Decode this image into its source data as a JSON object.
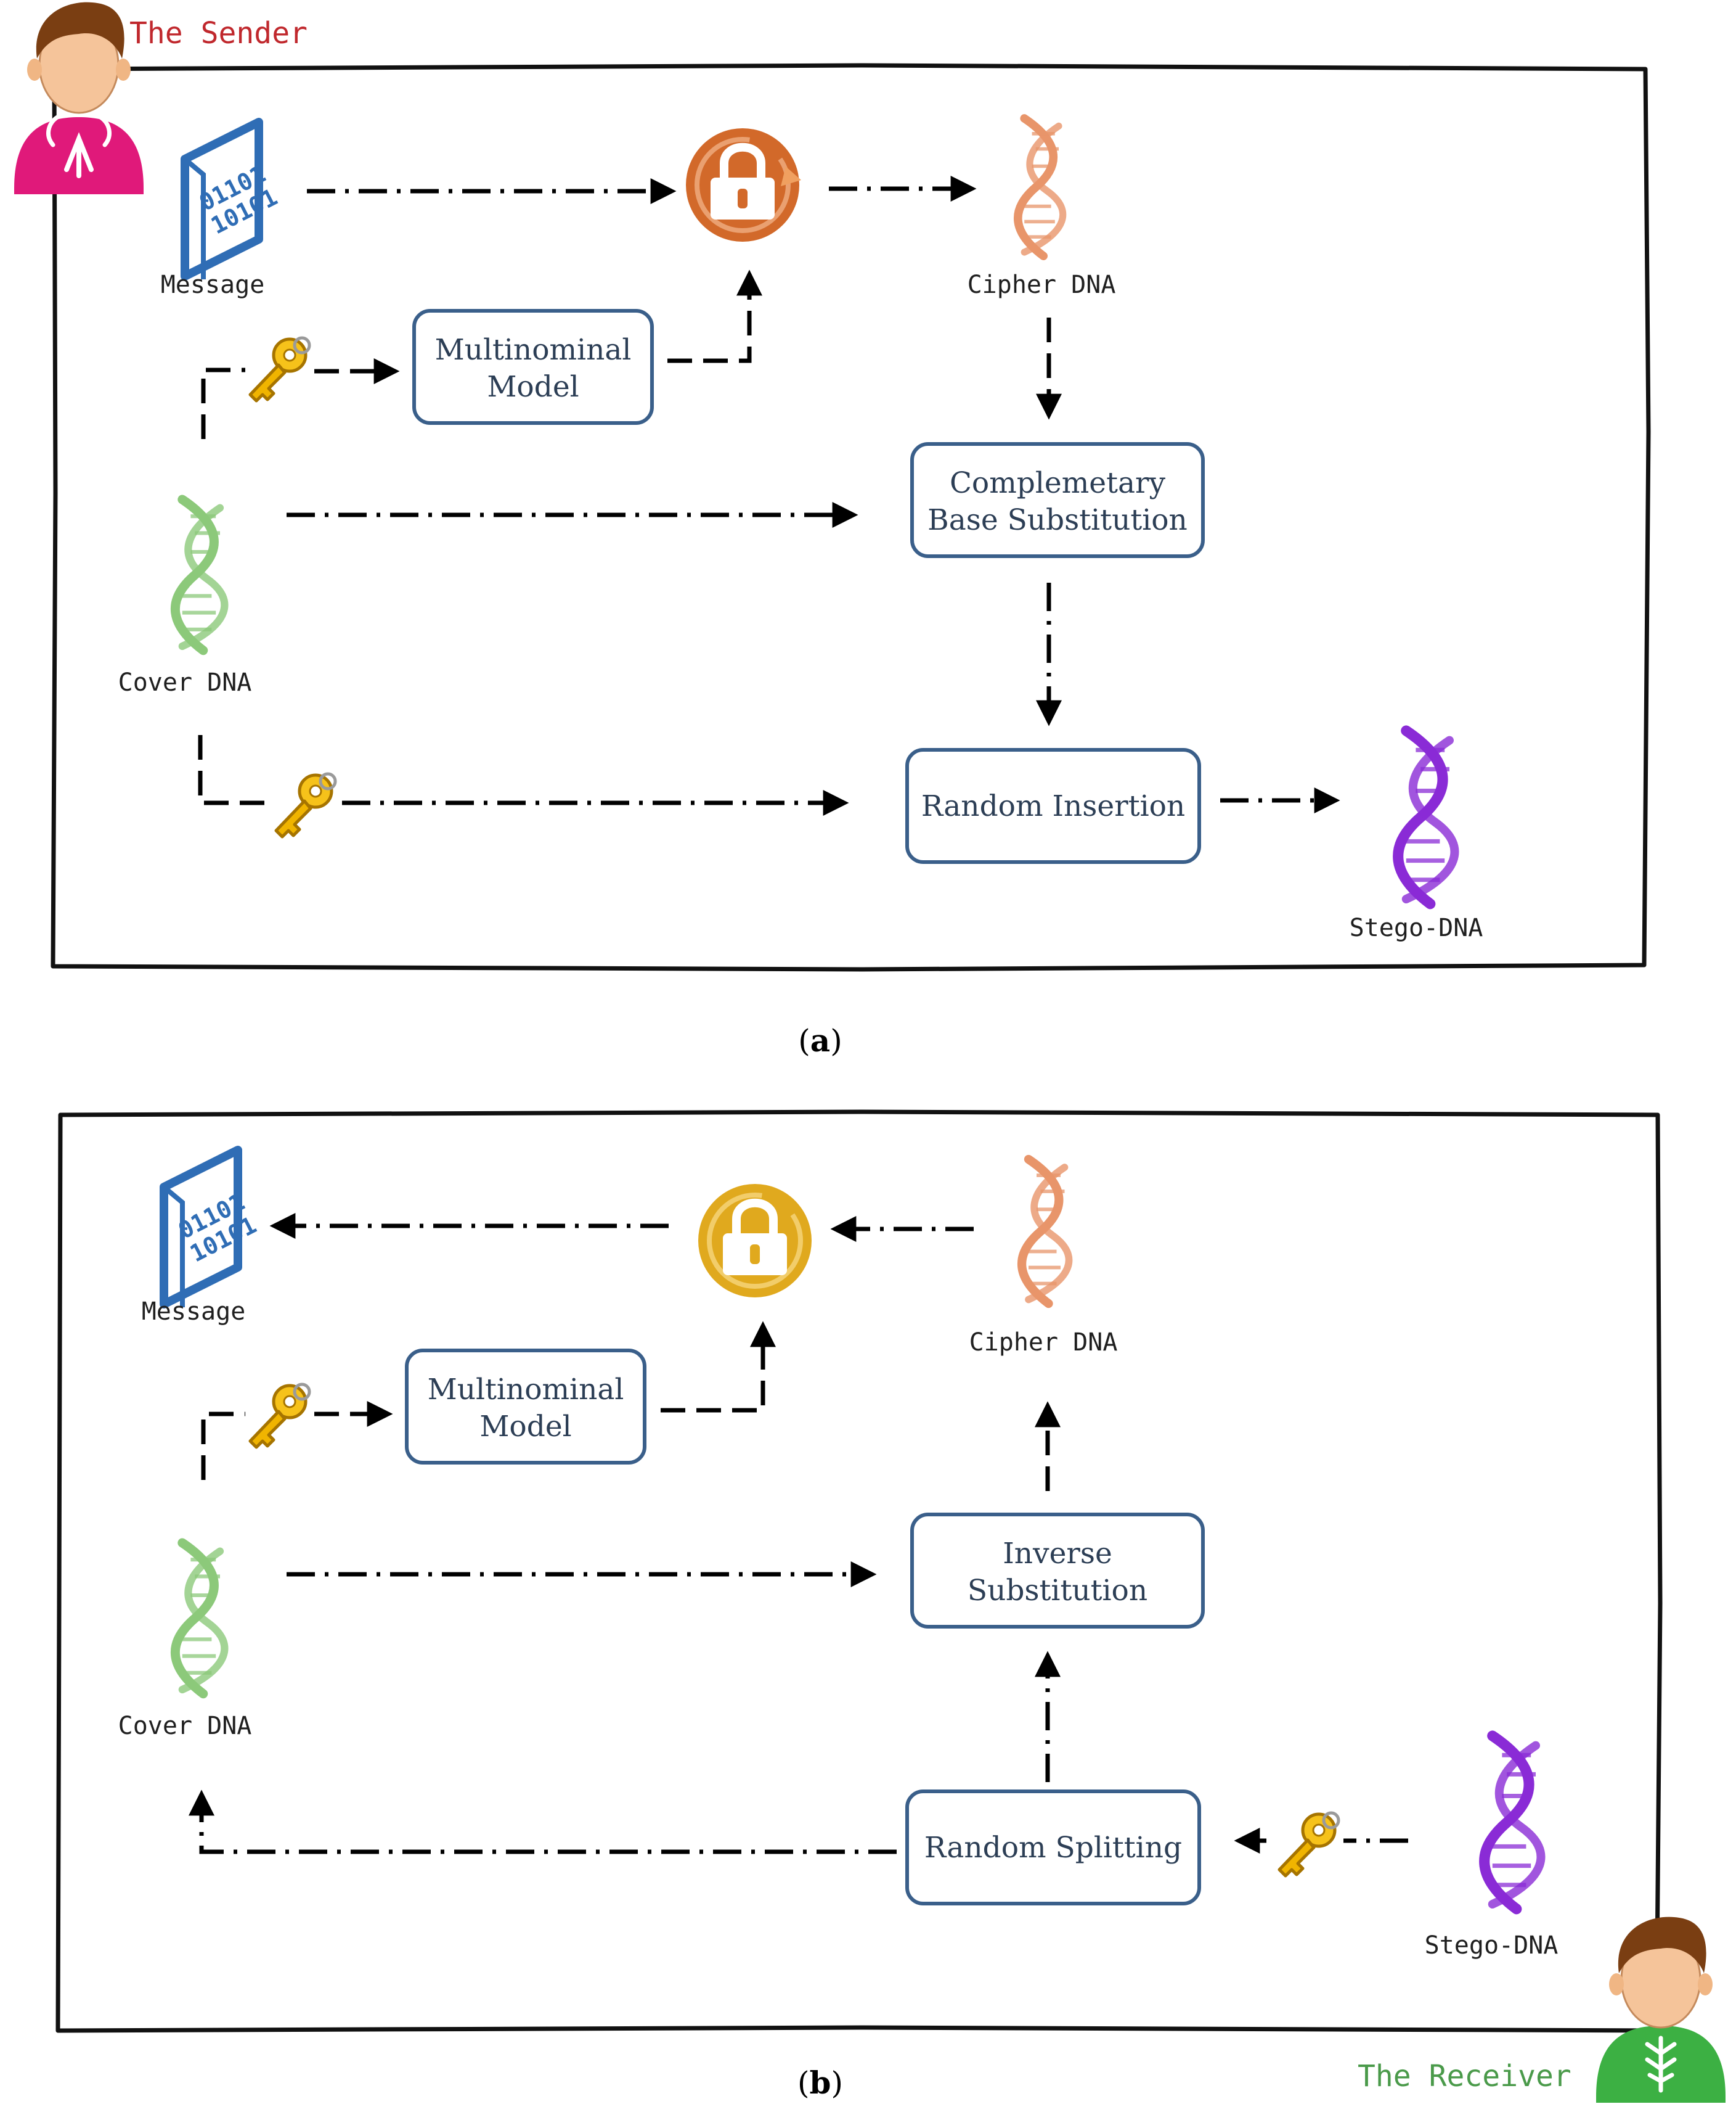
{
  "panel_a": {
    "sender_label": "The Sender",
    "message_label": "Message",
    "cipher_dna_label": "Cipher DNA",
    "cover_dna_label": "Cover DNA",
    "stego_dna_label": "Stego-DNA",
    "multinominal_model": [
      "Multinominal",
      "Model"
    ],
    "complementary_substitution": [
      "Complemetary",
      "Base Substitution"
    ],
    "random_insertion": "Random Insertion",
    "caption_letter": "a"
  },
  "panel_b": {
    "receiver_label": "The Receiver",
    "message_label": "Message",
    "cipher_dna_label": "Cipher DNA",
    "cover_dna_label": "Cover DNA",
    "stego_dna_label": "Stego-DNA",
    "multinominal_model": [
      "Multinominal",
      "Model"
    ],
    "inverse_substitution": [
      "Inverse",
      "Substitution"
    ],
    "random_splitting": "Random Splitting",
    "caption_letter": "b"
  },
  "icons": {
    "binary_text": [
      "01101",
      "10101"
    ],
    "sender_color": "#e0197a",
    "receiver_color": "#3cb043",
    "lock_encrypt_color": "#d2692a",
    "lock_decrypt_color": "#e0a91e",
    "key_color": "#f0b400",
    "cipher_dna_color": "#e8956a",
    "cover_dna_color": "#8cc97a",
    "stego_dna_color": "#8a2bd6",
    "document_color": "#2f6db5"
  },
  "colors": {
    "sender_text": "#c0282d",
    "receiver_text": "#4a9a4a",
    "box_border": "#3a5f8a",
    "box_text": "#2c3e55"
  }
}
